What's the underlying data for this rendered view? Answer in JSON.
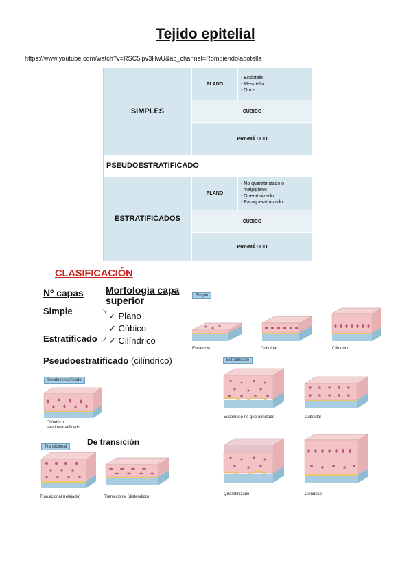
{
  "title": "Tejido epitelial",
  "url": "https://www.youtube.com/watch?v=RSC5ipv3HwU&ab_channel=Rompiendolabotella",
  "table": {
    "simples": "SIMPLES",
    "plano1": "PLANO",
    "plano1_items": [
      "- Endotelio",
      "- Mesotelio",
      "- Otros"
    ],
    "cubico1": "CÚBICO",
    "prismatico1": "PRISMÁTICO",
    "pseudo": "PSEUDOESTRATIFICADO",
    "estratificados": "ESTRATIFICADOS",
    "plano2": "PLANO",
    "plano2_items": [
      "- No queratinizado o",
      "  malpigiano",
      "-  Queratinizado",
      "- Paraqueratinizado"
    ],
    "cubico2": "CÚBICO",
    "prismatico2": "PRISMÁTICO"
  },
  "clasificacion": {
    "heading": "CLASIFICACIÓN",
    "ncapas": "Nº capas",
    "morfologia_1": "Morfología capa",
    "morfologia_2": "superior",
    "simple": "Simple",
    "estratificado": "Estratificado",
    "options": [
      "✓ Plano",
      "✓ Cúbico",
      "✓ Cilíndrico"
    ],
    "pseudo_bold": "Pseudoestratificado",
    "pseudo_rest": " (cilíndrico)",
    "de_transicion": "De transición"
  },
  "figure": {
    "tag_simple": "Simple",
    "tag_estratificado": "Estratificado",
    "tag_pseudo": "Seudoestratificado",
    "tag_transicional": "Transicional",
    "cap_escamoso": "Escamoso",
    "cap_cuboidal": "Cuboidal",
    "cap_cilindrico": "Cilíndrico",
    "cap_pseudo_1": "Cilíndrico",
    "cap_pseudo_2": "seudoestratificado",
    "cap_escamoso_noq": "Escamoso no queratinizado",
    "cap_cuboidal2": "Cuboidal",
    "cap_queratinizado": "Queratinizado",
    "cap_cilindrico2": "Cilíndrico",
    "cap_trans_relajado": "Transicional (relajado)",
    "cap_trans_distendido": "Transicional (distendido)"
  },
  "colors": {
    "tissue_pink": "#f2c2c4",
    "nucleus": "#b45a78",
    "basement": "#e9c96a",
    "connective": "#a9cde0",
    "heading_red": "#c8201c"
  }
}
